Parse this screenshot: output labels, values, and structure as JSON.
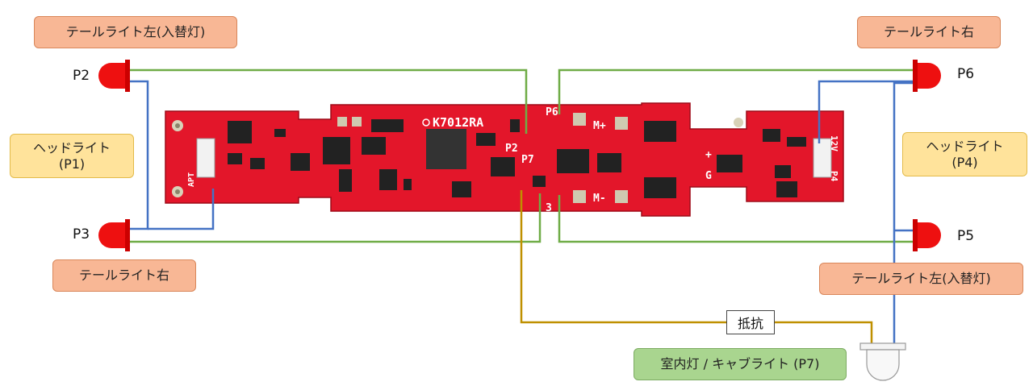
{
  "labels": {
    "tl_left_top": "テールライト左(入替灯)",
    "tl_right_top": "テールライト右",
    "hl_left": "ヘッドライト\n(P1)",
    "hl_right": "ヘッドライト\n(P4)",
    "tl_right_bottom": "テールライト右",
    "tl_left_bottom": "テールライト左(入替灯)",
    "interior": "室内灯 / キャブライト (P7)",
    "resistor": "抵抗"
  },
  "pins": {
    "p2": "P2",
    "p3": "P3",
    "p6": "P6",
    "p5": "P5"
  },
  "board": {
    "model": "K7012RA",
    "silk": [
      "P6",
      "M+",
      "P2",
      "P7",
      "M-",
      "3",
      "12V",
      "P4",
      "APT",
      "G",
      "+"
    ]
  },
  "colors": {
    "wire_green": "#6fac46",
    "wire_blue": "#4472c4",
    "wire_gold": "#bf9000",
    "pcb_red": "#e3162a",
    "led_red": "#ee1010"
  }
}
